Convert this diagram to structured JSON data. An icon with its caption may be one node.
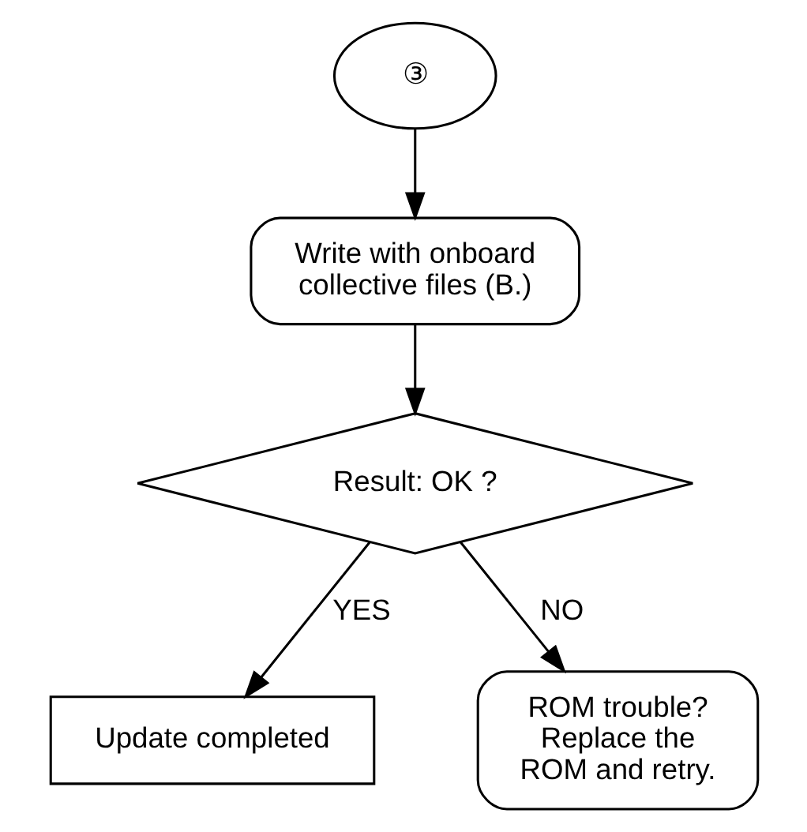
{
  "diagram": {
    "nodes": [
      {
        "text": [
          "③"
        ]
      },
      {
        "text": [
          "Write with onboard collective files (B.)"
        ]
      },
      {
        "text": [
          "Result: OK ?"
        ]
      },
      {
        "text": [
          "Update completed"
        ]
      },
      {
        "text": [
          "ROM trouble? Replace the ROM and retry."
        ]
      }
    ],
    "edges": [
      {
        "from": 0,
        "to": 1,
        "arrow": "to"
      },
      {
        "from": 1,
        "to": 2,
        "arrow": "to"
      },
      {
        "from": 2,
        "to": 3,
        "arrow": "to",
        "label": "YES"
      },
      {
        "from": 2,
        "to": 4,
        "arrow": "to",
        "label": "NO"
      }
    ]
  }
}
